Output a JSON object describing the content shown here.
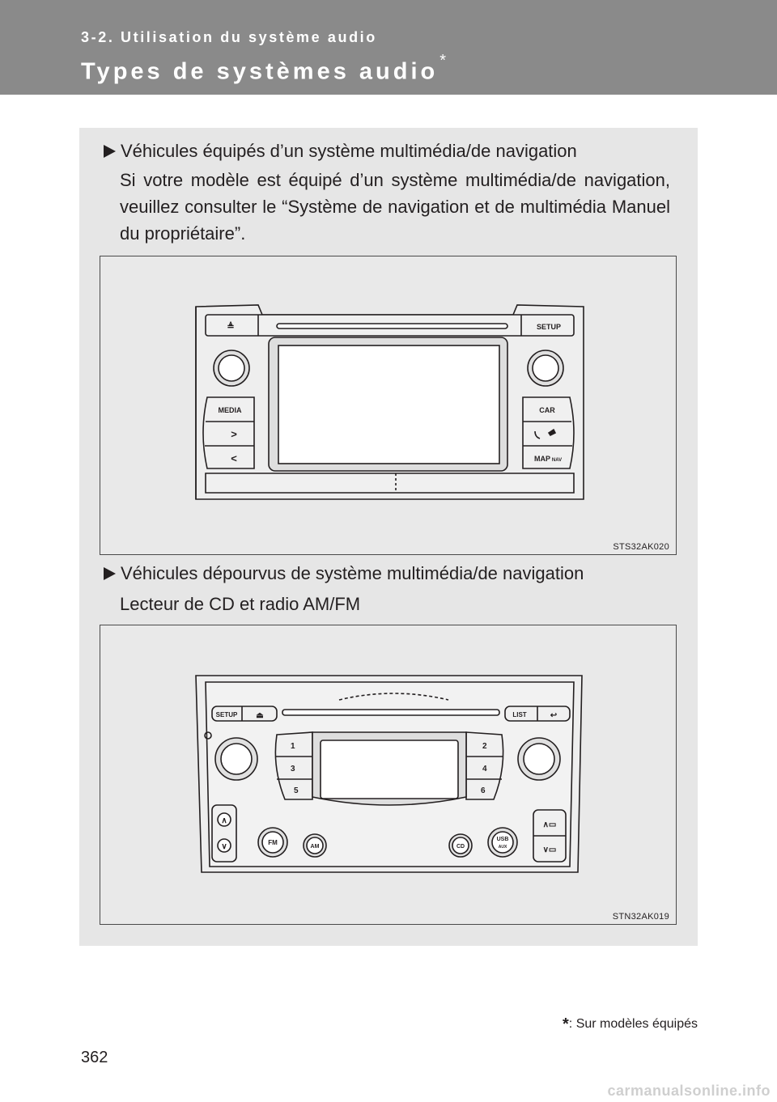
{
  "header": {
    "section": "3-2. Utilisation du système audio",
    "title": "Types de systèmes audio",
    "title_mark": "*"
  },
  "multimedia": {
    "heading": "Véhicules équipés d’un système multimédia/de navigation",
    "body": "Si votre modèle est équipé d’un système multimédia/de navigation, veuillez consulter le “Système de navigation et de multimédia Manuel du propriétaire”.",
    "figure_code": "STS32AK020",
    "unit": {
      "eject": "≜",
      "setup": "SETUP",
      "media": "MEDIA",
      "next": ">",
      "prev": "<",
      "car": "CAR",
      "map": "MAP",
      "nav": "NAV"
    }
  },
  "standard": {
    "heading": "Véhicules dépourvus de système multimédia/de navigation",
    "subheading": "Lecteur de CD et radio AM/FM",
    "figure_code": "STN32AK019",
    "unit": {
      "setup": "SETUP",
      "list": "LIST",
      "presets": [
        "1",
        "3",
        "5",
        "2",
        "4",
        "6"
      ],
      "up": "∧",
      "down": "∨",
      "fm": "FM",
      "am": "AM",
      "cd": "CD",
      "usb": "USB",
      "aux": "AUX"
    }
  },
  "footnote": {
    "mark": "*",
    "text": ": Sur modèles équipés"
  },
  "page_number": "362",
  "watermark": "carmanualsonline.info"
}
